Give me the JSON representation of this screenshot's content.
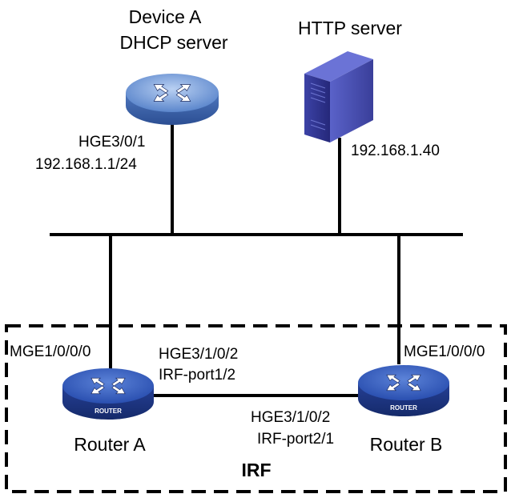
{
  "devices": {
    "device_a": {
      "name": "Device A",
      "role": "DHCP server",
      "port": "HGE3/0/1",
      "ip": "192.168.1.1/24"
    },
    "http_server": {
      "name": "HTTP server",
      "ip": "192.168.1.40"
    },
    "router_a": {
      "name": "Router A",
      "badge": "ROUTER",
      "uplink": "MGE1/0/0/0",
      "irf_port": "HGE3/1/0/2",
      "irf_port_name": "IRF-port1/2"
    },
    "router_b": {
      "name": "Router B",
      "badge": "ROUTER",
      "uplink": "MGE1/0/0/0",
      "irf_port": "HGE3/1/0/2",
      "irf_port_name": "IRF-port2/1"
    }
  },
  "irf": {
    "label": "IRF"
  },
  "colors": {
    "router_blue": "#2a4fb0",
    "router_dark": "#1b3484",
    "device_blue": "#5b86cc",
    "server_blue": "#3a3f9a",
    "line": "#000000"
  },
  "icons": {
    "device_a": "switch-icon",
    "http_server": "server-icon",
    "router_a": "router-icon",
    "router_b": "router-icon"
  }
}
